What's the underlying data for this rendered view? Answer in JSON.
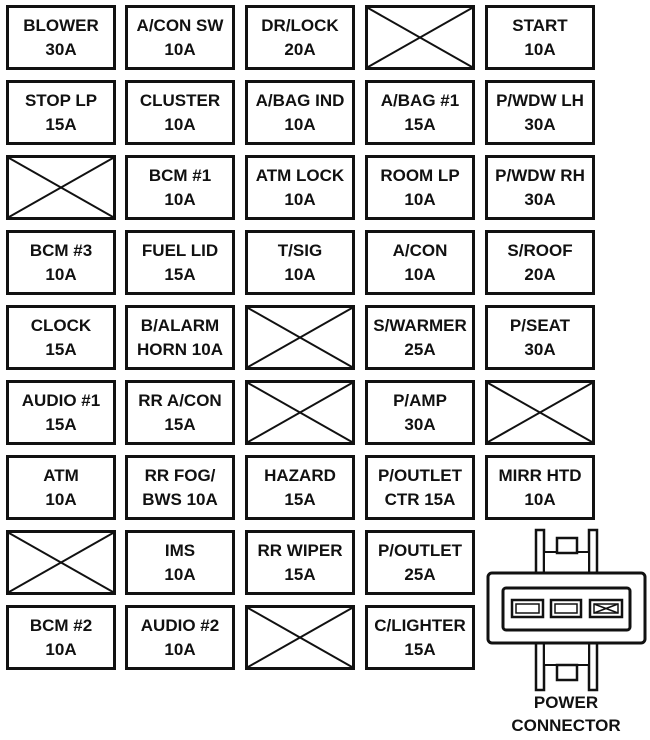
{
  "fuse_rows": [
    [
      {
        "name": "BLOWER",
        "rating": "30A"
      },
      {
        "name": "A/CON SW",
        "rating": "10A"
      },
      {
        "name": "DR/LOCK",
        "rating": "20A"
      },
      null,
      {
        "name": "START",
        "rating": "10A"
      }
    ],
    [
      {
        "name": "STOP LP",
        "rating": "15A"
      },
      {
        "name": "CLUSTER",
        "rating": "10A"
      },
      {
        "name": "A/BAG IND",
        "rating": "10A"
      },
      {
        "name": "A/BAG #1",
        "rating": "15A"
      },
      {
        "name": "P/WDW LH",
        "rating": "30A"
      }
    ],
    [
      null,
      {
        "name": "BCM #1",
        "rating": "10A"
      },
      {
        "name": "ATM LOCK",
        "rating": "10A"
      },
      {
        "name": "ROOM LP",
        "rating": "10A"
      },
      {
        "name": "P/WDW RH",
        "rating": "30A"
      }
    ],
    [
      {
        "name": "BCM #3",
        "rating": "10A"
      },
      {
        "name": "FUEL LID",
        "rating": "15A"
      },
      {
        "name": "T/SIG",
        "rating": "10A"
      },
      {
        "name": "A/CON",
        "rating": "10A"
      },
      {
        "name": "S/ROOF",
        "rating": "20A"
      }
    ],
    [
      {
        "name": "CLOCK",
        "rating": "15A"
      },
      {
        "name": "B/ALARM",
        "rating": "HORN 10A"
      },
      null,
      {
        "name": "S/WARMER",
        "rating": "25A"
      },
      {
        "name": "P/SEAT",
        "rating": "30A"
      }
    ],
    [
      {
        "name": "AUDIO #1",
        "rating": "15A"
      },
      {
        "name": "RR A/CON",
        "rating": "15A"
      },
      null,
      {
        "name": "P/AMP",
        "rating": "30A"
      },
      null
    ],
    [
      {
        "name": "ATM",
        "rating": "10A"
      },
      {
        "name": "RR FOG/",
        "rating": "BWS 10A"
      },
      {
        "name": "HAZARD",
        "rating": "15A"
      },
      {
        "name": "P/OUTLET",
        "rating": "CTR 15A"
      },
      {
        "name": "MIRR HTD",
        "rating": "10A"
      }
    ],
    [
      null,
      {
        "name": "IMS",
        "rating": "10A"
      },
      {
        "name": "RR WIPER",
        "rating": "15A"
      },
      {
        "name": "P/OUTLET",
        "rating": "25A"
      }
    ],
    [
      {
        "name": "BCM #2",
        "rating": "10A"
      },
      {
        "name": "AUDIO #2",
        "rating": "10A"
      },
      null,
      {
        "name": "C/LIGHTER",
        "rating": "15A"
      }
    ]
  ],
  "connector": {
    "label_line1": "POWER",
    "label_line2": "CONNECTOR"
  }
}
